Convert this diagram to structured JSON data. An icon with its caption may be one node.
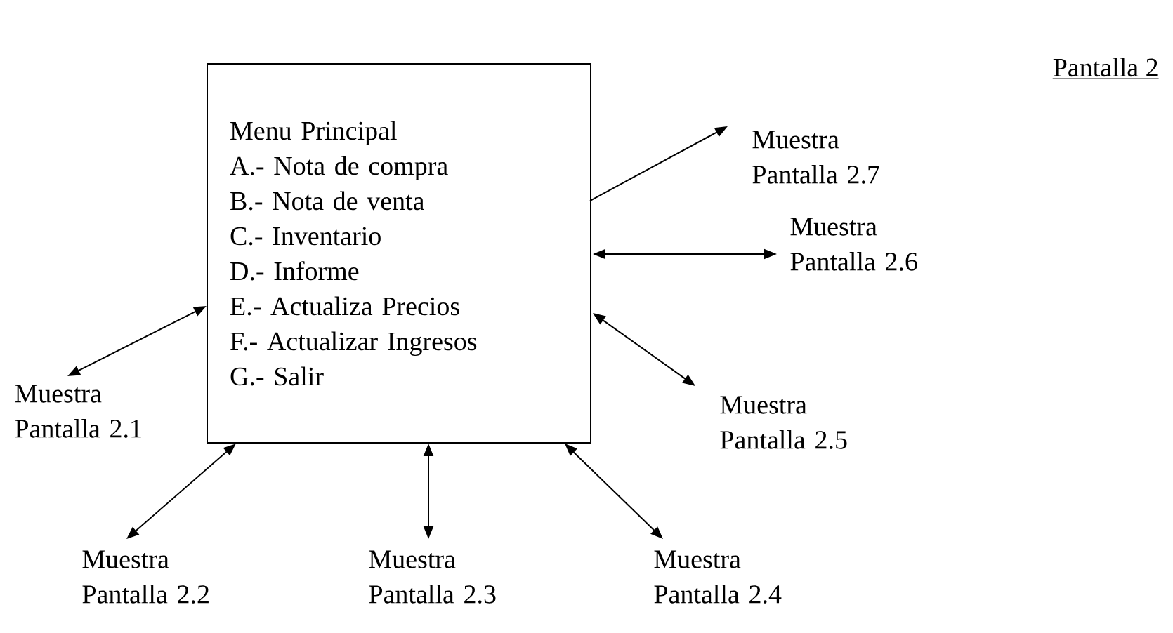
{
  "diagram": {
    "nodes": [
      {
        "text": [
          "Menu Principal",
          "A.- Nota de compra",
          "B.- Nota de venta",
          "C.- Inventario",
          "D.- Informe",
          "E.- Actualiza Precios",
          "F.- Actualizar Ingresos",
          "G.- Salir"
        ]
      },
      {
        "text": [
          "Muestra Pantalla 2.1"
        ]
      },
      {
        "text": [
          "Muestra Pantalla 2.2"
        ]
      },
      {
        "text": [
          "Muestra Pantalla 2.3"
        ]
      },
      {
        "text": [
          "Muestra Pantalla 2.4"
        ]
      },
      {
        "text": [
          "Muestra Pantalla 2.5"
        ]
      },
      {
        "text": [
          "Muestra Pantalla 2.6"
        ]
      },
      {
        "text": [
          "Muestra Pantalla 2.7"
        ]
      }
    ],
    "edges": [
      {
        "from": 0,
        "to": 7,
        "arrow": "to"
      },
      {
        "from": 0,
        "to": 6,
        "arrow": "both"
      },
      {
        "from": 0,
        "to": 5,
        "arrow": "both"
      },
      {
        "from": 0,
        "to": 1,
        "arrow": "both"
      },
      {
        "from": 0,
        "to": 2,
        "arrow": "both"
      },
      {
        "from": 0,
        "to": 3,
        "arrow": "both"
      },
      {
        "from": 0,
        "to": 4,
        "arrow": "both"
      }
    ],
    "labels": [
      "Pantalla 2"
    ]
  }
}
